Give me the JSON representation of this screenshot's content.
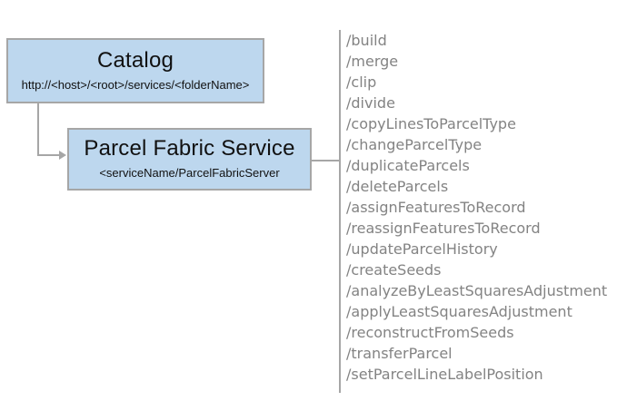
{
  "diagram": {
    "catalog_box": {
      "title": "Catalog",
      "subtitle": "http://<host>/<root>/services/<folderName>"
    },
    "service_box": {
      "title": "Parcel Fabric Service",
      "subtitle": "<serviceName/ParcelFabricServer"
    },
    "operations": [
      "/build",
      "/merge",
      "/clip",
      "/divide",
      "/copyLinesToParcelType",
      "/changeParcelType",
      "/duplicateParcels",
      "/deleteParcels",
      "/assignFeaturesToRecord",
      "/reassignFeaturesToRecord",
      "/updateParcelHistory",
      "/createSeeds",
      "/analyzeByLeastSquaresAdjustment",
      "/applyLeastSquaresAdjustment",
      "/reconstructFromSeeds",
      "/transferParcel",
      "/setParcelLineLabelPosition"
    ],
    "colors": {
      "box_fill": "#BDD7EE",
      "box_border": "#A6A6A6",
      "connector": "#A6A6A6",
      "list_text": "#838383",
      "title_text": "#111111"
    }
  }
}
